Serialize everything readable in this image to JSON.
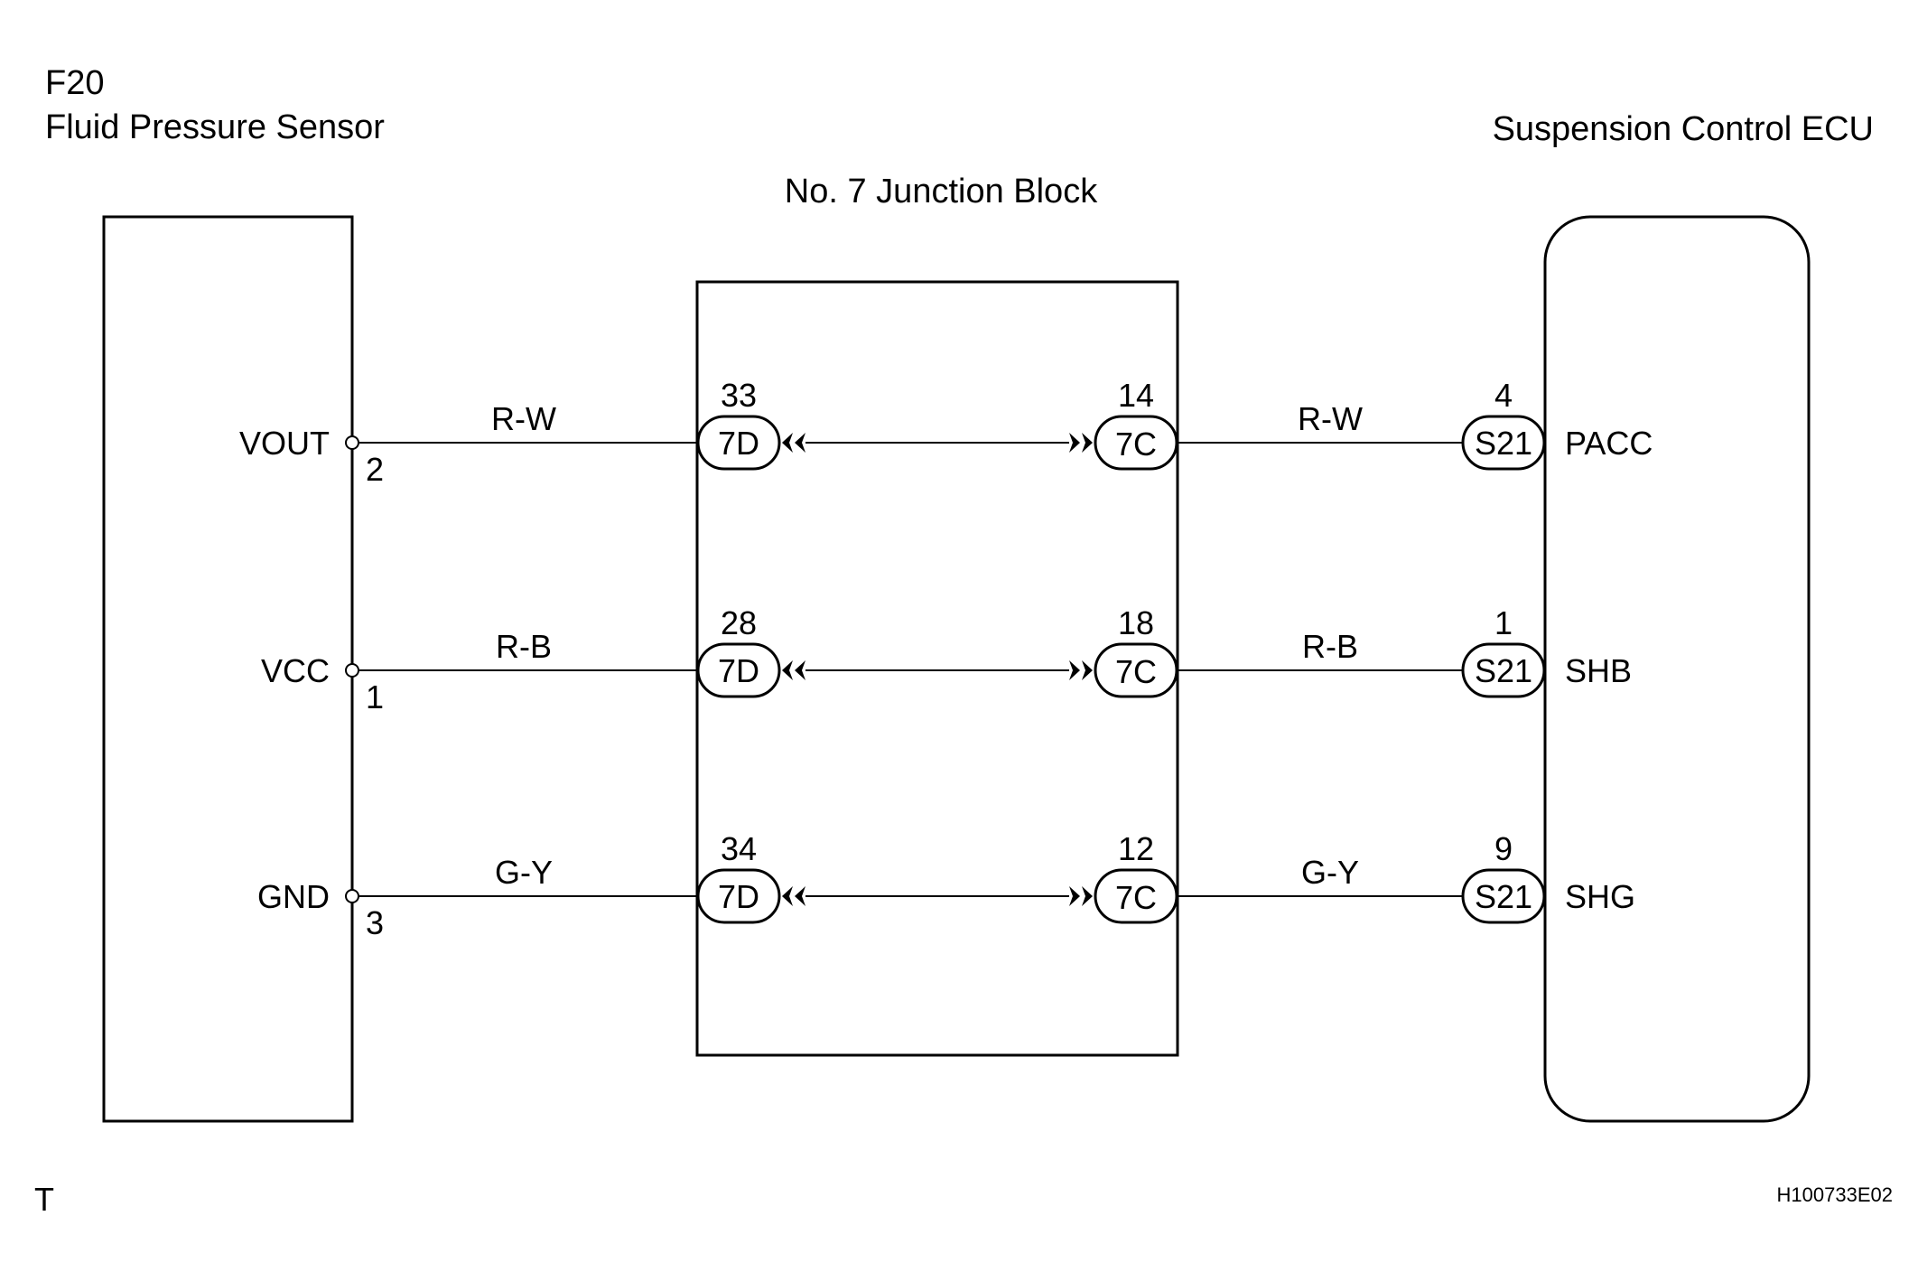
{
  "component_left": {
    "code": "F20",
    "name": "Fluid Pressure Sensor"
  },
  "junction_block": {
    "name": "No. 7 Junction Block"
  },
  "ecu": {
    "name": "Suspension Control ECU"
  },
  "circuits": [
    {
      "signal": "VOUT",
      "sensor_pin": "2",
      "wire_left": "R-W",
      "jb_in_pin": "33",
      "jb_in_connector": "7D",
      "jb_out_pin": "14",
      "jb_out_connector": "7C",
      "wire_right": "R-W",
      "ecu_pin": "4",
      "ecu_connector": "S21",
      "ecu_terminal": "PACC"
    },
    {
      "signal": "VCC",
      "sensor_pin": "1",
      "wire_left": "R-B",
      "jb_in_pin": "28",
      "jb_in_connector": "7D",
      "jb_out_pin": "18",
      "jb_out_connector": "7C",
      "wire_right": "R-B",
      "ecu_pin": "1",
      "ecu_connector": "S21",
      "ecu_terminal": "SHB"
    },
    {
      "signal": "GND",
      "sensor_pin": "3",
      "wire_left": "G-Y",
      "jb_in_pin": "34",
      "jb_in_connector": "7D",
      "jb_out_pin": "12",
      "jb_out_connector": "7C",
      "wire_right": "G-Y",
      "ecu_pin": "9",
      "ecu_connector": "S21",
      "ecu_terminal": "SHG"
    }
  ],
  "footer": {
    "left_mark": "T",
    "figure_id": "H100733E02"
  }
}
